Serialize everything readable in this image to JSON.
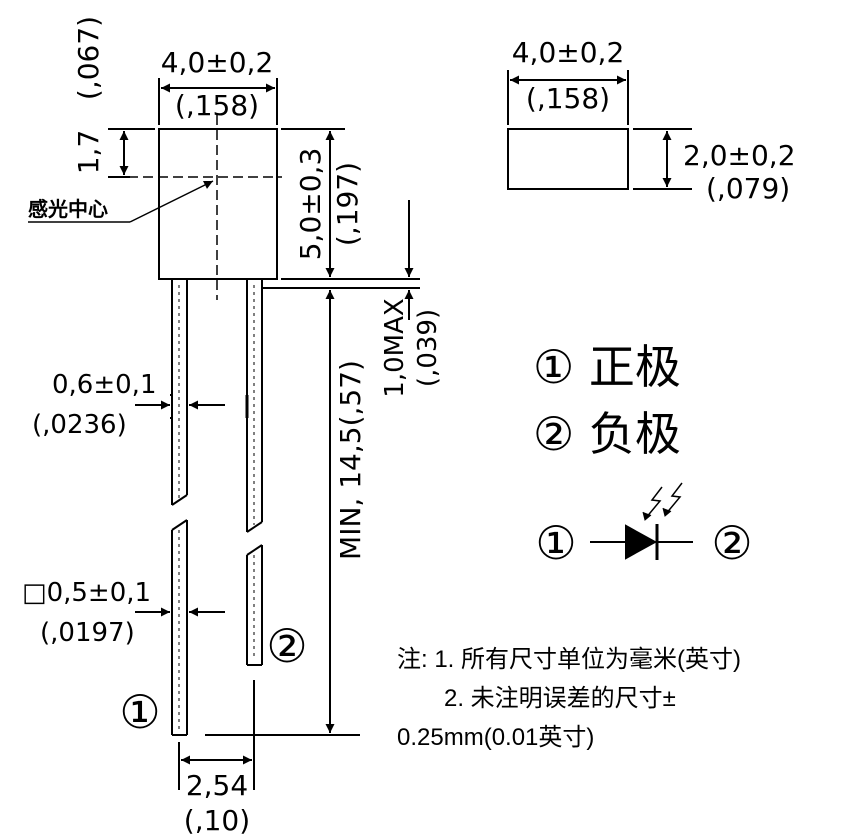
{
  "front_view": {
    "width_dim": "4,0±0,2",
    "width_dim_in": "(,158)",
    "top_offset_dim": "1,7",
    "top_offset_dim_in": "(,067)",
    "body_height_dim": "5,0±0,3",
    "body_height_dim_in": "(,197)",
    "sensor_center_label": "感光中心",
    "standoff_dim": "1,0MAX",
    "standoff_dim_in": "(,039)",
    "lead_width_dim": "0,6±0,1",
    "lead_width_dim_in": "(,0236)",
    "lead_square_dim": "□0,5±0,1",
    "lead_square_dim_in": "(,0197)",
    "lead_length_dim": "MIN, 14,5(,57)",
    "pitch_dim": "2,54",
    "pitch_dim_in": "(,10)",
    "pin1_label": "①",
    "pin2_label": "②"
  },
  "side_view": {
    "width_dim": "4,0±0,2",
    "width_dim_in": "(,158)",
    "height_dim": "2,0±0,2",
    "height_dim_in": "(,079)"
  },
  "legend": {
    "pin1": "① 正极",
    "pin2": "② 负极"
  },
  "symbol": {
    "left_pin": "①",
    "right_pin": "②"
  },
  "notes": {
    "line1": "注: 1. 所有尺寸单位为毫米(英寸)",
    "line2": "2. 未注明误差的尺寸±",
    "line3": "0.25mm(0.01英寸)"
  }
}
